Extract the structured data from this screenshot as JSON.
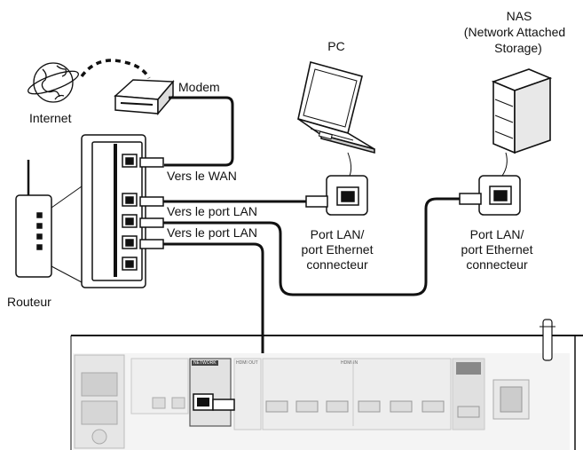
{
  "labels": {
    "internet": "Internet",
    "modem": "Modem",
    "pc": "PC",
    "nas_line1": "NAS",
    "nas_line2": "(Network Attached",
    "nas_line3": "Storage)",
    "router": "Routeur",
    "to_wan": "Vers le WAN",
    "to_lan_1": "Vers le port LAN",
    "to_lan_2": "Vers le port LAN",
    "pc_port_line1": "Port LAN/",
    "pc_port_line2": "port Ethernet",
    "pc_port_line3": "connecteur",
    "nas_port_line1": "Port LAN/",
    "nas_port_line2": "port Ethernet",
    "nas_port_line3": "connecteur"
  },
  "panel": {
    "network_label": "NETWORK",
    "hdmi_out_label": "HDMI OUT",
    "hdmi_in_label": "HDMI IN"
  },
  "colors": {
    "line": "#111111",
    "panel_fill": "#f2f2f2",
    "panel_detail": "#bbbbbb",
    "highlight": "#333333"
  }
}
